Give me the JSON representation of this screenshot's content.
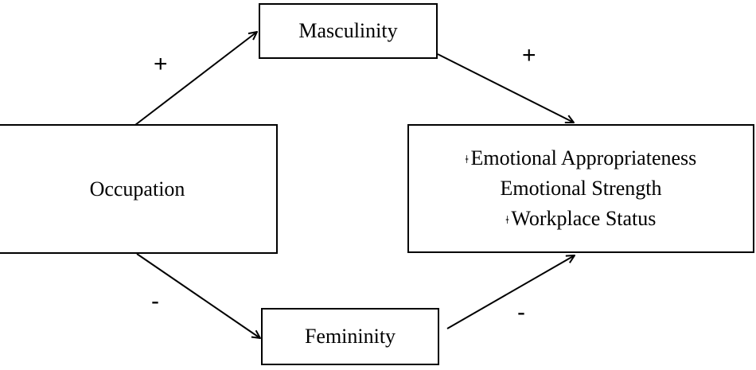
{
  "nodes": {
    "masculinity": "Masculinity",
    "occupation": "Occupation",
    "femininity": "Femininity",
    "outcomes": [
      {
        "marker": "ǂ",
        "label": "Emotional Appropriateness"
      },
      {
        "marker": "",
        "label": "Emotional Strength"
      },
      {
        "marker": "ǂ",
        "label": "Workplace Status"
      }
    ]
  },
  "paths": {
    "occupation_to_masculinity": "+",
    "masculinity_to_outcomes": "+",
    "occupation_to_femininity": "-",
    "femininity_to_outcomes": "-"
  },
  "colors": {
    "stroke": "#000000",
    "background": "#ffffff"
  }
}
